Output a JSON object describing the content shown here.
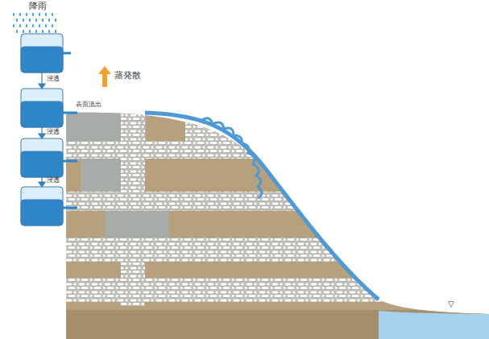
{
  "diagram": {
    "labels": [
      "降雨",
      "蒸発散",
      "表面流出",
      "浸透",
      "浸透",
      "浸透",
      "▽"
    ]
  }
}
